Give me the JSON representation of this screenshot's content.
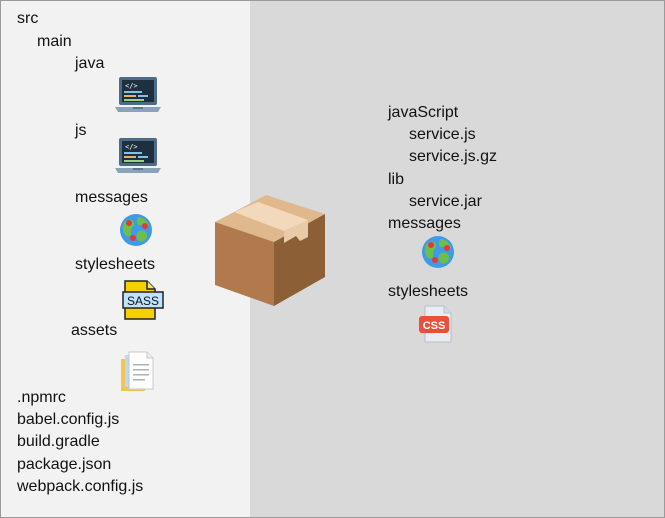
{
  "source_tree": {
    "src": "src",
    "main": "main",
    "java": "java",
    "java_icon": "laptop-code-icon",
    "js": "js",
    "js_icon": "laptop-code-icon",
    "messages": "messages",
    "messages_icon": "globe-icon",
    "stylesheets": "stylesheets",
    "stylesheets_icon": "sass-file-icon",
    "sass_badge": "SASS",
    "assets": "assets",
    "assets_icon": "documents-icon",
    "root_files": [
      ".npmrc",
      "babel.config.js",
      "build.gradle",
      "package.json",
      "webpack.config.js"
    ]
  },
  "package_icon": "package-box-icon",
  "output_tree": {
    "javascript": "javaScript",
    "service_js": "service.js",
    "service_js_gz": "service.js.gz",
    "lib": "lib",
    "service_jar": "service.jar",
    "messages": "messages",
    "messages_icon": "globe-icon",
    "stylesheets": "stylesheets",
    "stylesheets_icon": "css-file-icon",
    "css_badge": "CSS"
  },
  "colors": {
    "left_background": "#f2f2f2",
    "right_background": "#d9d9d9",
    "box": "#b17a4c",
    "css_badge": "#e8503a",
    "sass_file": "#f5d100"
  }
}
